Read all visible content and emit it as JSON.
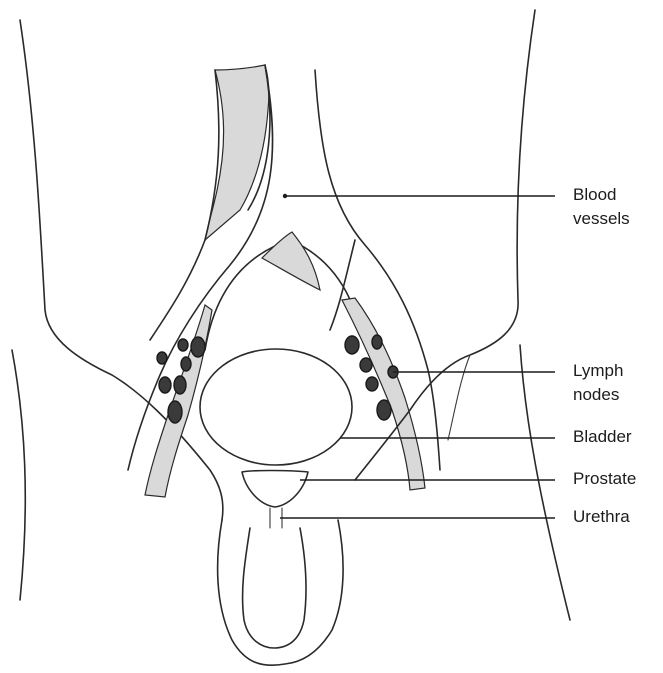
{
  "labels": {
    "blood_vessels": [
      "Blood",
      "vessels"
    ],
    "lymph_nodes": [
      "Lymph",
      "nodes"
    ],
    "bladder": "Bladder",
    "prostate": "Prostate",
    "urethra": "Urethra"
  }
}
